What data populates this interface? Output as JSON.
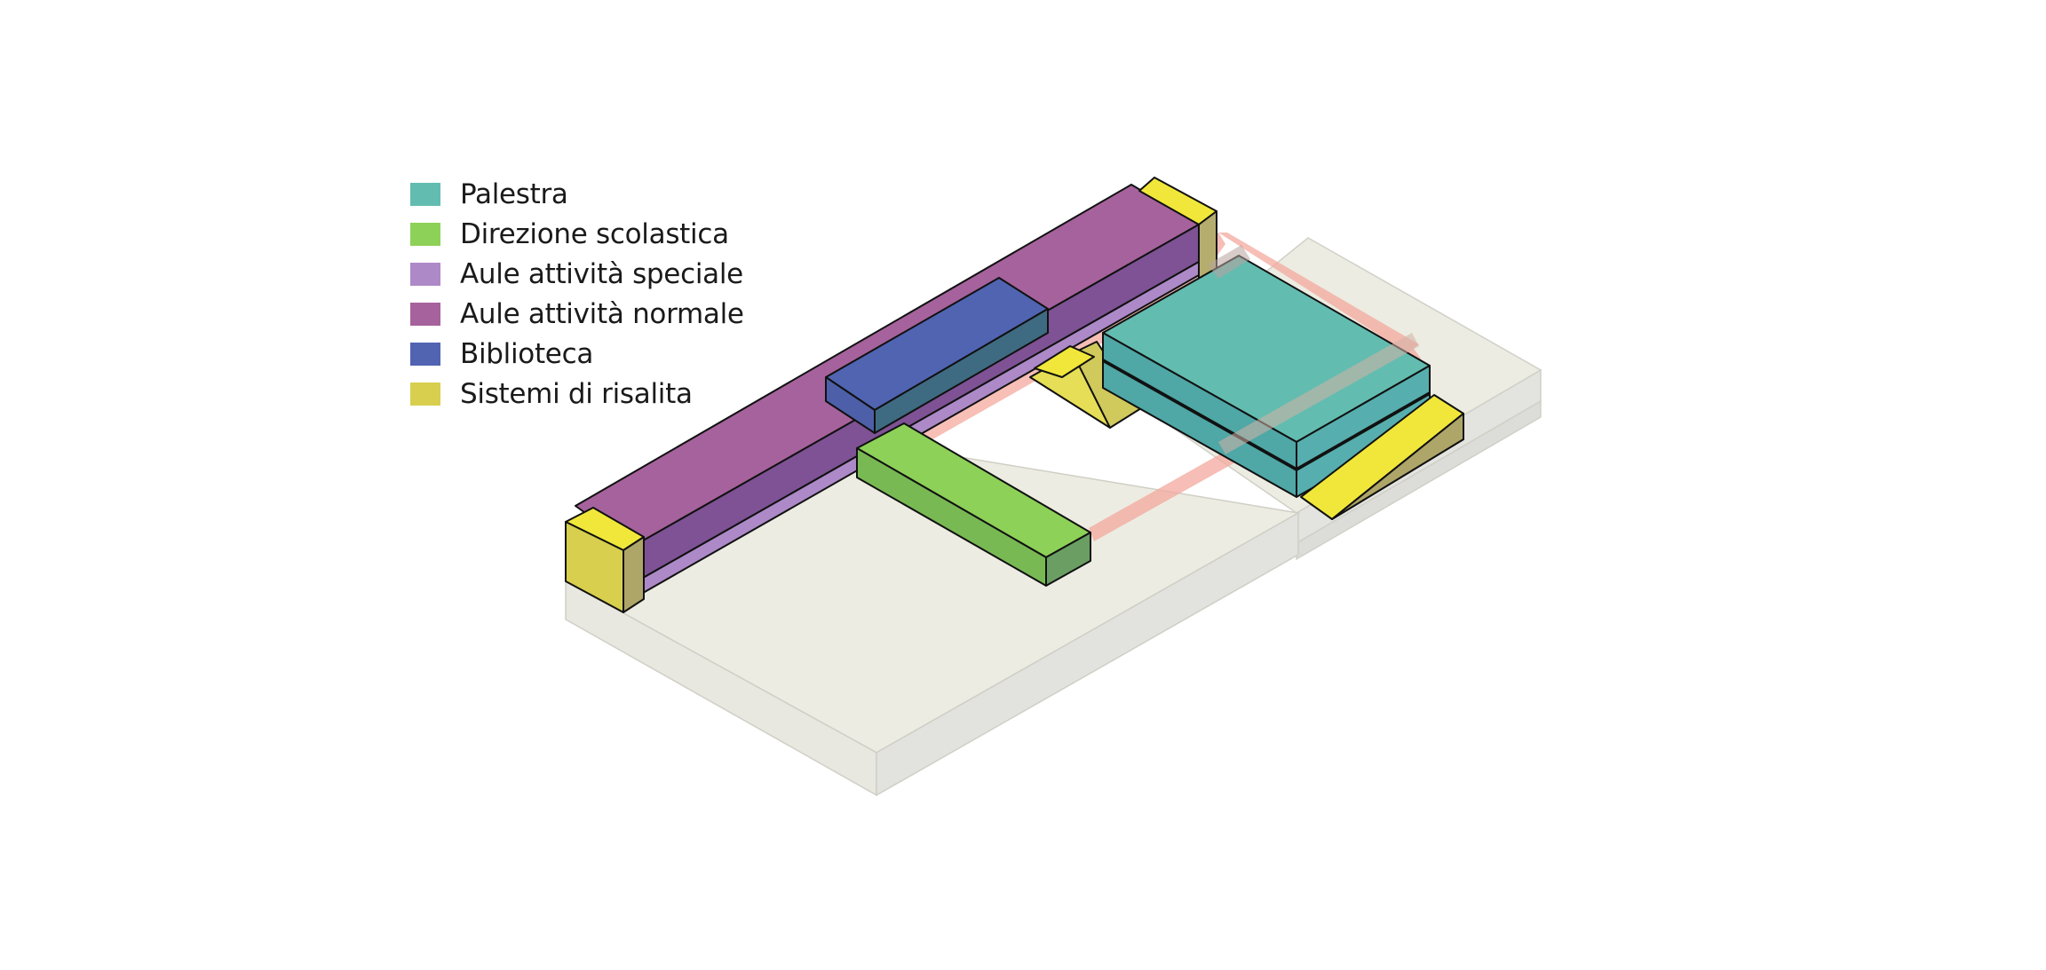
{
  "legend": {
    "items": [
      {
        "id": "palestra",
        "label": "Palestra",
        "color": "#63bcb0"
      },
      {
        "id": "direzione",
        "label": "Direzione scolastica",
        "color": "#8dd158"
      },
      {
        "id": "aule-speciale",
        "label": "Aule attività speciale",
        "color": "#ad89c8"
      },
      {
        "id": "aule-normale",
        "label": "Aule attività normale",
        "color": "#a6629c"
      },
      {
        "id": "biblioteca",
        "label": "Biblioteca",
        "color": "#5064b2"
      },
      {
        "id": "risalita",
        "label": "Sistemi di risalita",
        "color": "#d8cf4e"
      }
    ]
  },
  "colors": {
    "base_top": "#edede3",
    "base_side": "#e2e2df",
    "base_front": "#e9e9e2",
    "walkway": "#f6b0a6",
    "risalita_bright": "#f1e73a",
    "risalita_dark": "#aea568"
  }
}
